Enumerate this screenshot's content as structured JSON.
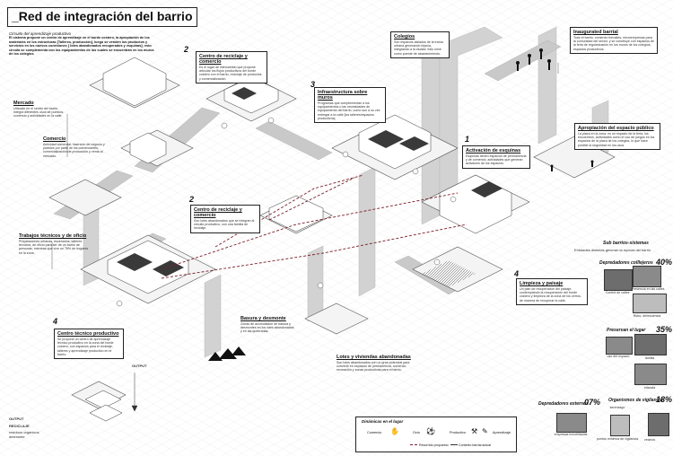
{
  "title": "_Red de integración del barrio",
  "intro": {
    "heading": "Circuito del aprendizaje productivo",
    "text": "El sistema propone un centro de aprendizaje en el borde costero, la apropiación de los materiales en los estructuras [Talleres, producción], luego se venden los productos y servicios en los nuevos conexiones [ lotes abandonados recuperados y esquinas]; esto circula se complementa con los equipamientos de los cuales se encuentran en los muros de los colegios."
  },
  "numbers": [
    "2",
    "3",
    "1",
    "2",
    "4",
    "4"
  ],
  "notes": {
    "mercado": {
      "title": "Mercado",
      "text": "Ubicado en el centro del barrio. Integra diferentes usos de puestos, comercio y actividades en la calle."
    },
    "comercio": {
      "title": "Comercio",
      "text": "Actividad comercial, inserción de negocio y puestos por parte de los comerciantes, comercialización de producción y venta al mercado."
    },
    "reciclaje1": {
      "title": "Centro de reciclaje y comercio",
      "text": "Es el lugar de intercambio que propone articular los flujos productivos del borde costero con el barrio, reciclaje de productos y comercialización."
    },
    "infraestructura": {
      "title": "Infraestructura sobre muros",
      "text": "Programas que complementan a los equipamientos o las necesidades de equipamiento del barrio, como son a su vez entregar a la calle [los talleres/espacios productivos]."
    },
    "colegios": {
      "title": "Colegios",
      "text": "Son espacios aislados de la trama urbana generando lejanía, integrando a la ciudad; esto sirve como puente de abastecimiento."
    },
    "inaugurado": {
      "title": "Inaugurated barrial",
      "text": "Todo el barrio, comercio formales, microempresas para la comunidad del sector, y se construye con espacios de la feria de regularización en los muros de los colegios, espacios productivos."
    },
    "apropiacion": {
      "title": "Apropiación del espacio público",
      "text": "La plaza en la zona, es un espacio de la feria, los encuentros, actividades como el uso de juegos en los espacios de la plaza de los colegios, lo que hace posible la seguridad en los usos."
    },
    "activacion": {
      "title": "Activación de esquinas",
      "text": "Esquinas tienen espacios de permanencia y de comercio; actividades que generan activación de los espacios."
    },
    "reciclaje2": {
      "title": "Centro de reciclaje y comercio",
      "text": "Son lotes abandonados que se integran al circuito productivo, con una familia de reciclaje."
    },
    "trabajos": {
      "title": "Trabajos técnicos y de oficio",
      "text": "Preparaciones urbanas, escenarios, talleres técnicos, de oficio para ser de un barrio de personas, mientras que vive un 76% de hogares en la zona."
    },
    "limpieza": {
      "title": "Limpieza y paisaje",
      "text": "Un plan de recuperación del paisaje, contemplando la recuperación del borde costero y limpieza de la zona de los cerros, de manera de recuperar la calle."
    },
    "basura": {
      "title": "Basura y desmonte",
      "text": "Zonas de acumulación de basura y desmontes en los lotes abandonados y en las quebradas."
    },
    "lotes": {
      "title": "Lotes y viviendas abandonadas",
      "text": "Son lotes abandonados con un gran potencial para convertir en espacios de permanencia, comercio, recreación y zonas productivas para el barrio."
    },
    "centro": {
      "title": "Centro técnico productivo",
      "text": "Se propone un centro de aprendizaje técnico productivo en la zona del borde costero, con espacios para el reciclaje, talleres y aprendizaje productivo en el barrio."
    }
  },
  "output_labels": {
    "output1": "OUTPUT",
    "output2": "OUTPUT",
    "reciclaje": "RECICLAJE",
    "residuos": "residuos orgánicos desmonte"
  },
  "right_panel": {
    "title": "Sub barrios-sistemas",
    "subtitle": "Entidades distintas generan la ruptura del barrio",
    "group1": {
      "name": "Depredadores colllejeros",
      "pct": "40%",
      "captions": [
        "Control de calles",
        "Presencia en las calles",
        "Robo, delincuencia"
      ]
    },
    "group2": {
      "name": "Preservan el lugar",
      "pct": "35%",
      "captions": [
        "uso del espacio",
        "familia",
        "infancia"
      ]
    },
    "group3": {
      "name": "Depredadores externos",
      "pct": "07%",
      "captions": [
        "empresas inmobiliarias"
      ]
    },
    "group4": {
      "name": "Organismos de vigilancia",
      "pct": "18%",
      "captions": [
        "serenazgo",
        "puntos mínimos de vigilancia",
        "vecinos"
      ]
    }
  },
  "legend": {
    "title": "Dinámicas en el lugar",
    "items": [
      "Comercio",
      "Ocio",
      "Productivo",
      "Aprendizaje"
    ],
    "lines": [
      "Recorrido propuesto",
      "Contexto barrial actual"
    ]
  },
  "colors": {
    "path": "#7a1f2a",
    "shade": "#cfcfcf",
    "ink": "#111111",
    "grid": "#e6e6e6"
  }
}
